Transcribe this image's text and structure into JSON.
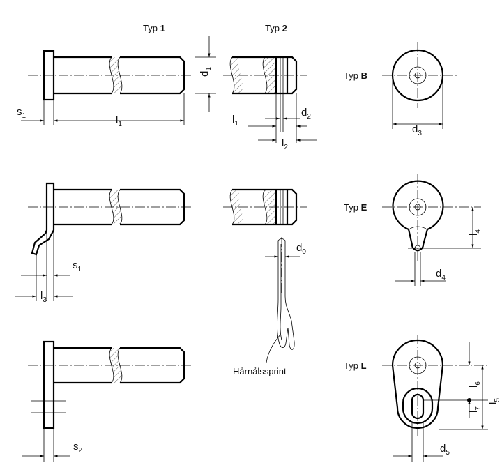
{
  "header": {
    "typ1": {
      "prefix": "Typ ",
      "num": "1"
    },
    "typ2": {
      "prefix": "Typ ",
      "num": "2"
    }
  },
  "views": {
    "typB": {
      "prefix": "Typ ",
      "letter": "B"
    },
    "typE": {
      "prefix": "Typ ",
      "letter": "E"
    },
    "typL": {
      "prefix": "Typ ",
      "letter": "L"
    }
  },
  "callout": "Hårnålssprint",
  "dims": {
    "s1": {
      "base": "s",
      "sub": "1"
    },
    "s2": {
      "base": "s",
      "sub": "2"
    },
    "l1": {
      "base": "l",
      "sub": "1"
    },
    "l2": {
      "base": "l",
      "sub": "2"
    },
    "l3": {
      "base": "l",
      "sub": "3"
    },
    "l4": {
      "base": "l",
      "sub": "4"
    },
    "l5": {
      "base": "l",
      "sub": "5"
    },
    "l6": {
      "base": "l",
      "sub": "6"
    },
    "l7": {
      "base": "l",
      "sub": "7"
    },
    "d0": {
      "base": "d",
      "sub": "0"
    },
    "d1": {
      "base": "d",
      "sub": "1"
    },
    "d2": {
      "base": "d",
      "sub": "2"
    },
    "d3": {
      "base": "d",
      "sub": "3"
    },
    "d4": {
      "base": "d",
      "sub": "4"
    },
    "d5": {
      "base": "d",
      "sub": "5"
    }
  }
}
